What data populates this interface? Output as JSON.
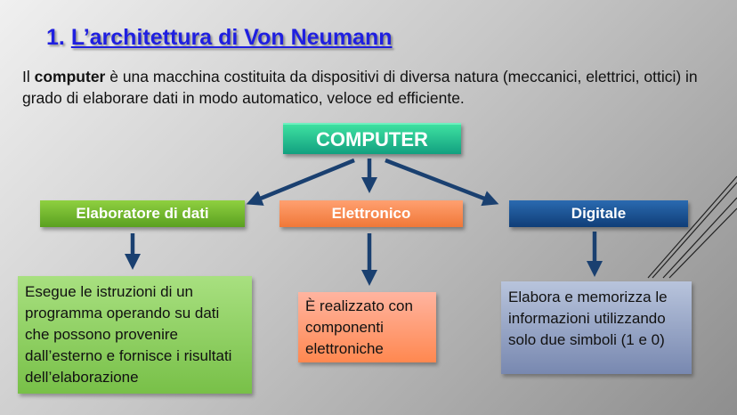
{
  "title": {
    "number": "1.",
    "text": "L’architettura di Von Neumann"
  },
  "intro": {
    "prefix": "Il ",
    "bold": "computer",
    "rest": " è una macchina costituita da dispositivi di diversa natura (meccanici, elettrici, ottici) in grado di elaborare dati in modo automatico, veloce ed efficiente."
  },
  "diagram": {
    "root": "COMPUTER",
    "branches": [
      {
        "label": "Elaboratore di dati",
        "description": "Esegue le istruzioni di un programma operando su dati che possono provenire dall’esterno e fornisce i risultati dell’elaborazione"
      },
      {
        "label": "Elettronico",
        "description": "È realizzato con componenti elettroniche"
      },
      {
        "label": "Digitale",
        "description": "Elabora e memorizza le informazioni utilizzando solo due simboli (1 e 0)"
      }
    ]
  },
  "colors": {
    "title": "#1f1fe0",
    "arrow": "#1a4070",
    "green": "#78c048",
    "orange": "#f07838",
    "blue": "#103e78",
    "teal": "#12a080"
  }
}
